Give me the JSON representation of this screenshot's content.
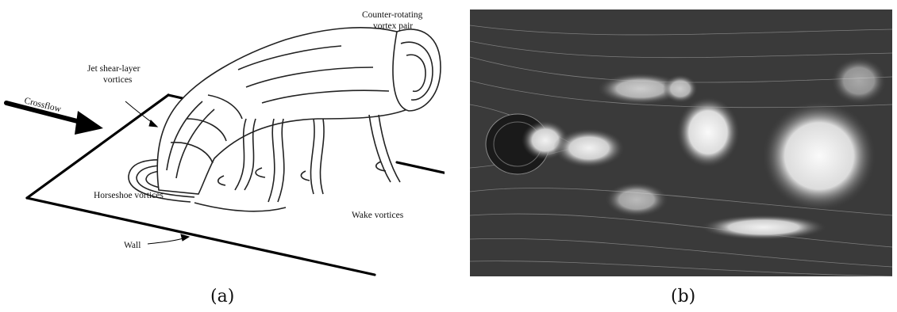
{
  "panel_a": {
    "labels": {
      "counter_rotating": [
        "Counter-rotating",
        "vortex pair"
      ],
      "jet_shear": [
        "Jet shear-layer",
        "vortices"
      ],
      "crossflow": "Crossflow",
      "horseshoe": "Horseshoe vortices",
      "wake": "Wake vortices",
      "wall": "Wall"
    },
    "caption": "(a)"
  },
  "panel_b": {
    "caption": "(b)"
  }
}
